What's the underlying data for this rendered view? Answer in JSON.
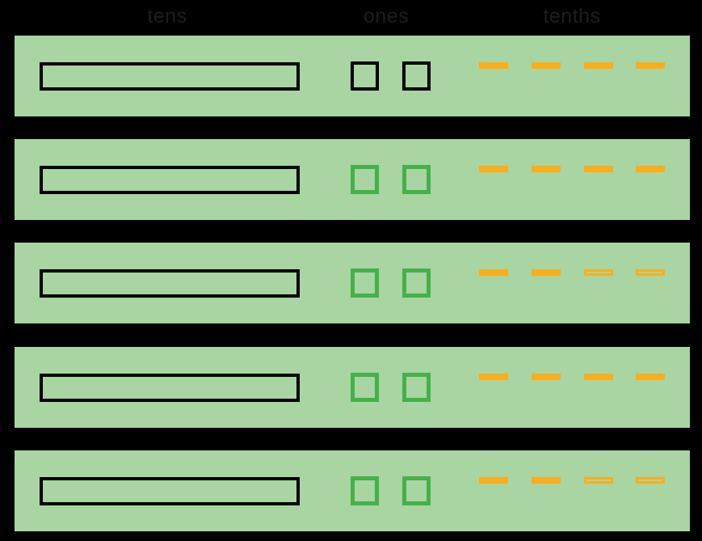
{
  "header": {
    "labels": [
      "tens",
      "ones",
      "tenths"
    ],
    "text_color": "#1d1d1d"
  },
  "colors": {
    "background": "#000000",
    "band_green": "#a8d5a1",
    "piece_outline_black": "#000000",
    "piece_outline_green": "#44b14a",
    "dash_orange": "#fbad1b"
  },
  "rows": [
    {
      "tens": {
        "rod_count": 1,
        "outline": "black"
      },
      "ones": {
        "count": 2,
        "outline": "black"
      },
      "tenths": {
        "count": 4,
        "styles": [
          "solid",
          "solid",
          "solid",
          "solid"
        ]
      }
    },
    {
      "tens": {
        "rod_count": 1,
        "outline": "black"
      },
      "ones": {
        "count": 2,
        "outline": "green"
      },
      "tenths": {
        "count": 4,
        "styles": [
          "solid",
          "solid",
          "solid",
          "solid"
        ]
      }
    },
    {
      "tens": {
        "rod_count": 1,
        "outline": "black"
      },
      "ones": {
        "count": 2,
        "outline": "green"
      },
      "tenths": {
        "count": 4,
        "styles": [
          "solid",
          "solid",
          "hollow",
          "hollow"
        ]
      }
    },
    {
      "tens": {
        "rod_count": 1,
        "outline": "black"
      },
      "ones": {
        "count": 2,
        "outline": "green"
      },
      "tenths": {
        "count": 4,
        "styles": [
          "solid",
          "solid",
          "solid",
          "solid"
        ]
      }
    },
    {
      "tens": {
        "rod_count": 1,
        "outline": "black"
      },
      "ones": {
        "count": 2,
        "outline": "green"
      },
      "tenths": {
        "count": 4,
        "styles": [
          "solid",
          "solid",
          "hollow",
          "hollow"
        ]
      }
    }
  ]
}
